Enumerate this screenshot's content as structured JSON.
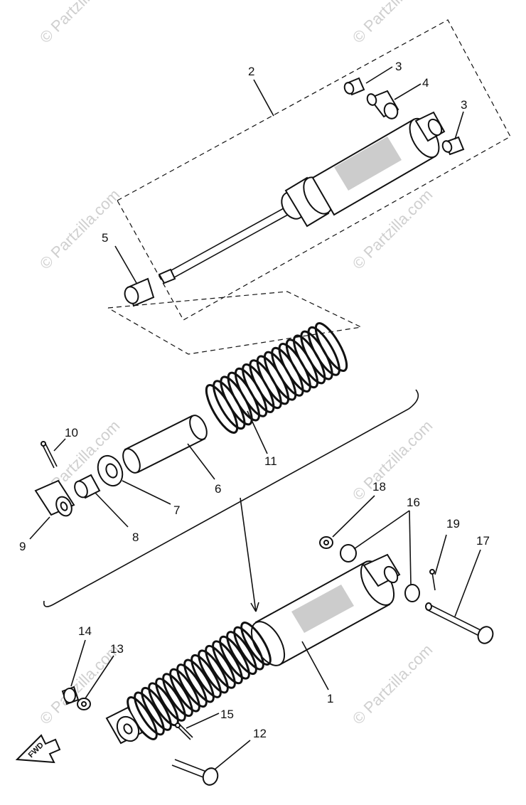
{
  "watermark": "© Partzilla.com",
  "fwd_label": "FWD",
  "callouts": {
    "c1": "1",
    "c2": "2",
    "c3a": "3",
    "c3b": "3",
    "c4": "4",
    "c5": "5",
    "c6": "6",
    "c7": "7",
    "c8": "8",
    "c9": "9",
    "c10": "10",
    "c11": "11",
    "c12": "12",
    "c13": "13",
    "c14": "14",
    "c15": "15",
    "c16": "16",
    "c17": "17",
    "c18": "18",
    "c19": "19"
  }
}
